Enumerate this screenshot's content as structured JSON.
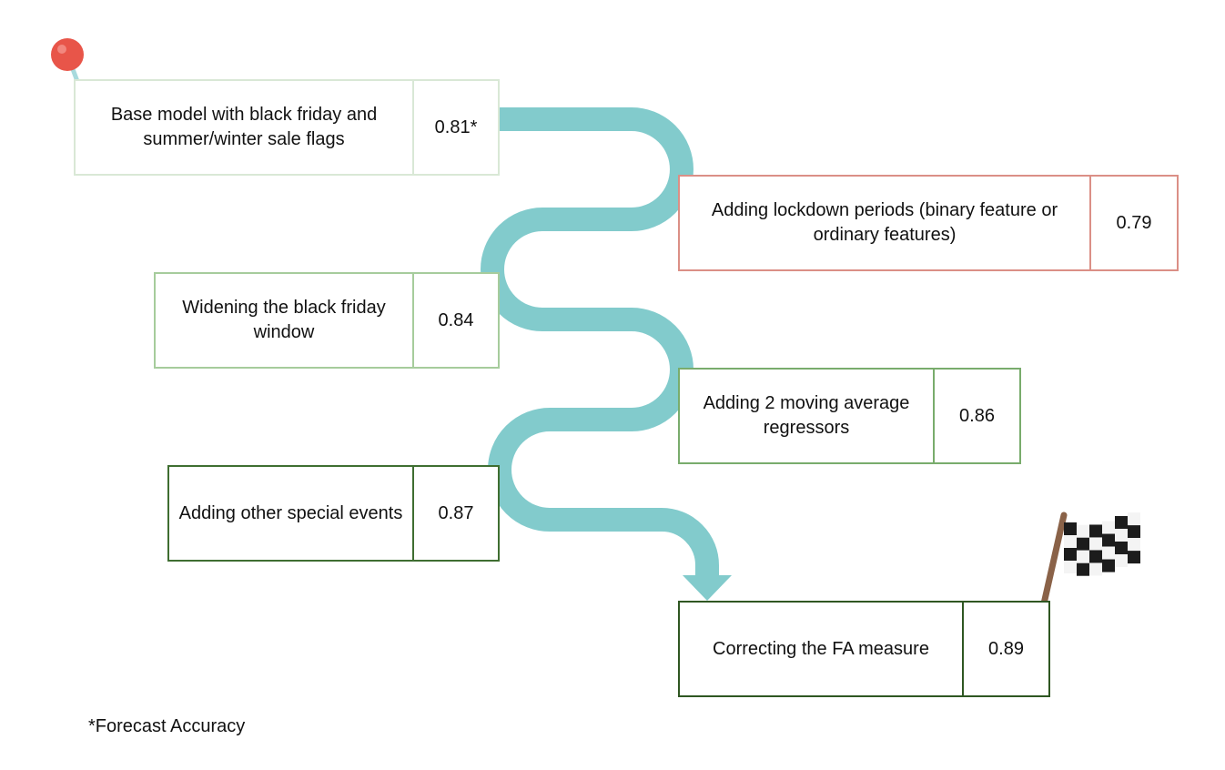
{
  "steps": [
    {
      "label": "Base model with black friday and summer/winter sale flags",
      "score": "0.81*",
      "color": "#d9e8d6"
    },
    {
      "label": "Adding lockdown periods (binary feature or ordinary features)",
      "score": "0.79",
      "color": "#db8f86"
    },
    {
      "label": "Widening the black friday window",
      "score": "0.84",
      "color": "#a6cc9c"
    },
    {
      "label": "Adding 2 moving average regressors",
      "score": "0.86",
      "color": "#79ac6c"
    },
    {
      "label": "Adding other special events",
      "score": "0.87",
      "color": "#3f6e31"
    },
    {
      "label": "Correcting the FA measure",
      "score": "0.89",
      "color": "#2f5722"
    }
  ],
  "footnote": "*Forecast Accuracy",
  "colors": {
    "path": "#82cbcc",
    "pin": "#e85549",
    "flag_pole": "#8a6248"
  },
  "icons": [
    "pushpin-icon",
    "checkered-flag-icon"
  ]
}
